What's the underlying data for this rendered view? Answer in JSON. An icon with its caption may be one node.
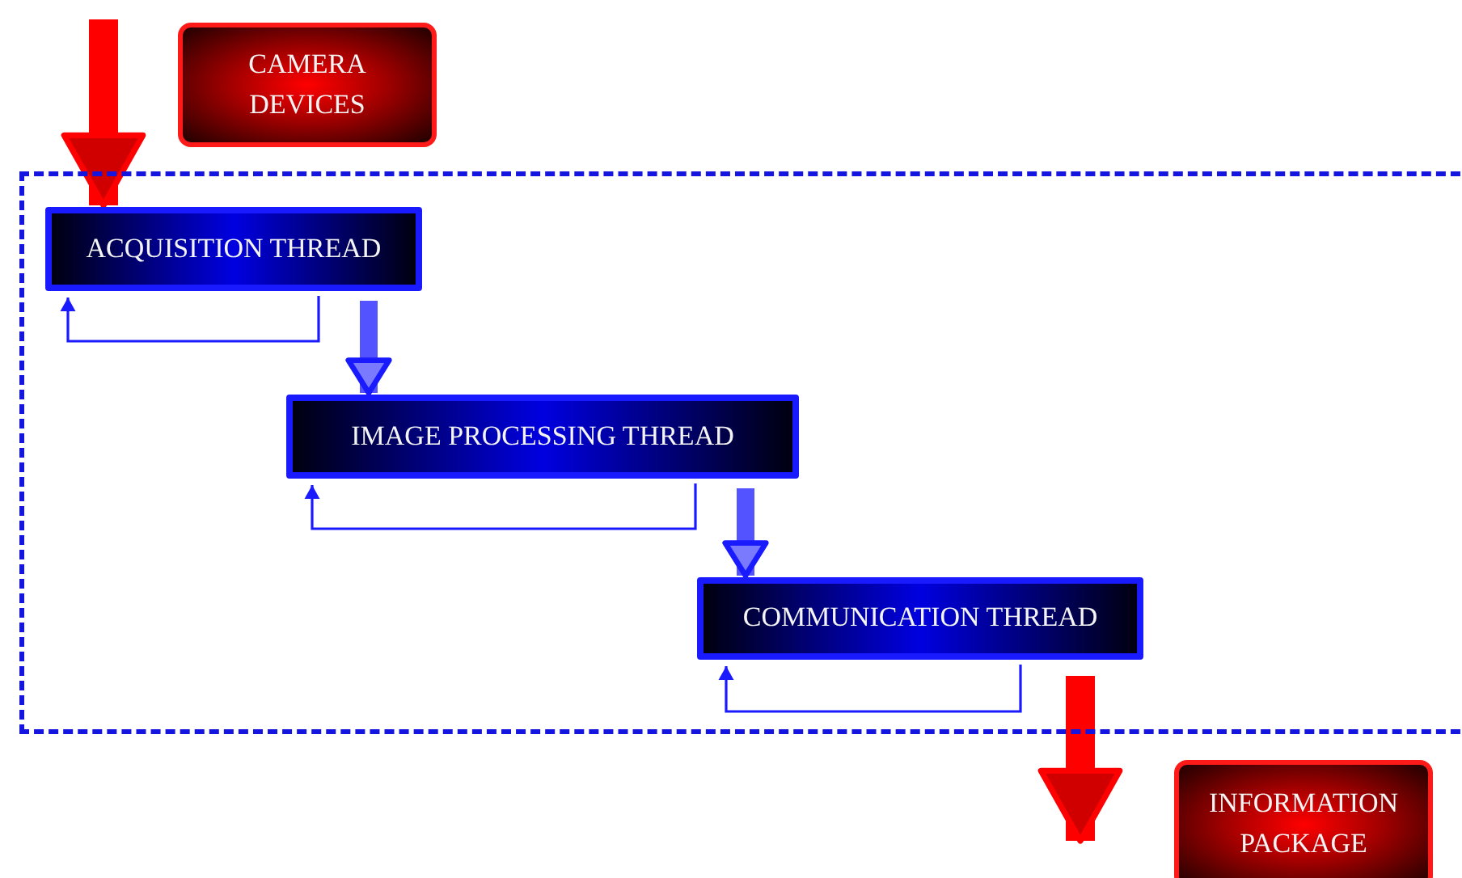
{
  "diagram": {
    "nodes": [
      {
        "text": [],
        "shape": "box"
      },
      {
        "text": [
          "CAMERA DEVICES"
        ]
      },
      {
        "text": [
          "ACQUISITION THREAD"
        ],
        "in": 0
      },
      {
        "text": [
          "IMAGE PROCESSING THREAD"
        ],
        "in": 0
      },
      {
        "text": [
          "COMMUNICATION THREAD"
        ],
        "in": 0
      },
      {
        "text": [
          "INFORMATION PACKAGE"
        ]
      }
    ],
    "edges": [
      {
        "from": null,
        "to": 2,
        "arrow": "to",
        "color": "#ff0000"
      },
      {
        "from": 2,
        "to": 2,
        "arrow": "to"
      },
      {
        "from": 2,
        "to": 3,
        "arrow": "to"
      },
      {
        "from": 3,
        "to": 3,
        "arrow": "to"
      },
      {
        "from": 3,
        "to": 4,
        "arrow": "to"
      },
      {
        "from": 4,
        "to": 4,
        "arrow": "to"
      },
      {
        "from": 4,
        "to": 5,
        "arrow": "to",
        "color": "#ff0000"
      }
    ]
  }
}
